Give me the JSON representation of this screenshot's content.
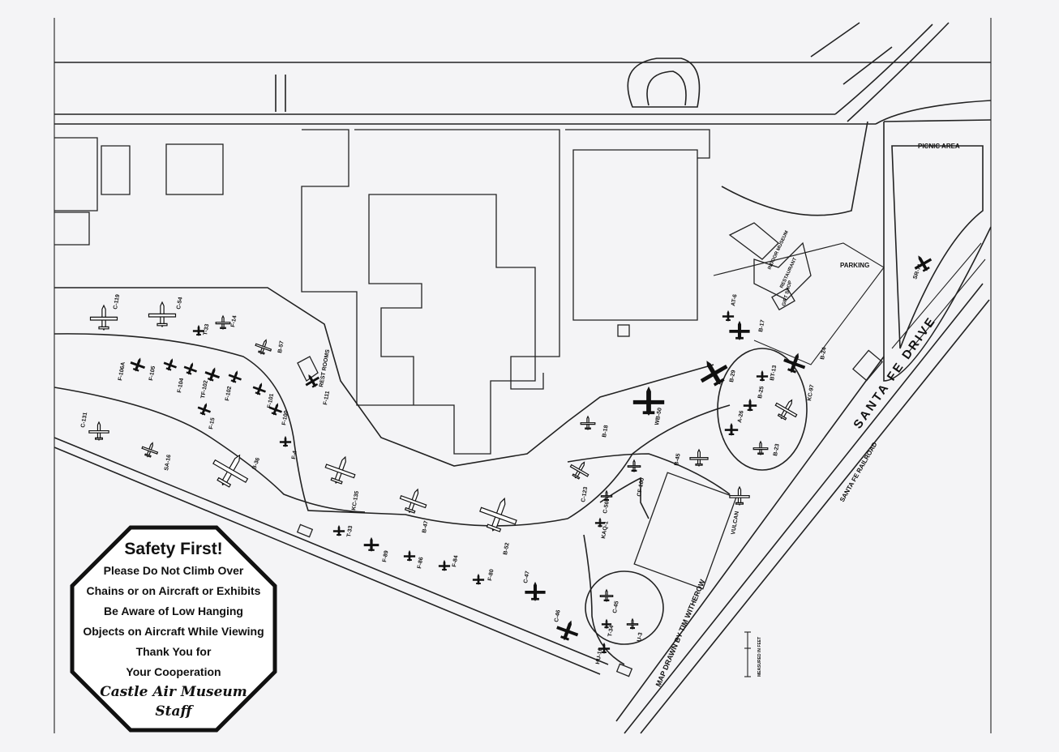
{
  "map": {
    "roads": {
      "santa_fe_drive": "SANTA FE DRIVE",
      "santa_fe_railroad": "SANTA FE RAILROAD"
    },
    "areas": {
      "picnic_area": "PICNIC AREA",
      "parking": "PARKING",
      "rest_rooms": "REST ROOMS",
      "indoor_museum": "INDOOR MUSEUM",
      "restaurant": "RESTAURANT",
      "gift_shop": "GIFT SHOP"
    },
    "credit": "MAP DRAWN BY TIM WITHEROW",
    "scale_label": "MEASURED IN FEET",
    "aircraft": [
      {
        "key": "c-119",
        "label": "C-119"
      },
      {
        "key": "c-54",
        "label": "C-54"
      },
      {
        "key": "t-33",
        "label": "T-33"
      },
      {
        "key": "f-14",
        "label": "F-14"
      },
      {
        "key": "b-57",
        "label": "B-57"
      },
      {
        "key": "f-106a",
        "label": "F-106A"
      },
      {
        "key": "f-105",
        "label": "F-105"
      },
      {
        "key": "f-104",
        "label": "F-104"
      },
      {
        "key": "tf-102",
        "label": "TF-102"
      },
      {
        "key": "f-102",
        "label": "F-102"
      },
      {
        "key": "f-15",
        "label": "F-15"
      },
      {
        "key": "f-101",
        "label": "F-101"
      },
      {
        "key": "f-100",
        "label": "F-100"
      },
      {
        "key": "f-111",
        "label": "F-111"
      },
      {
        "key": "f-4",
        "label": "F-4"
      },
      {
        "key": "c-131",
        "label": "C-131"
      },
      {
        "key": "sa-16",
        "label": "SA-16"
      },
      {
        "key": "b-36",
        "label": "B-36"
      },
      {
        "key": "kc-135",
        "label": "KC-135"
      },
      {
        "key": "b-47",
        "label": "B-47"
      },
      {
        "key": "b-52",
        "label": "B-52"
      },
      {
        "key": "t-33b",
        "label": "T-33"
      },
      {
        "key": "f-89",
        "label": "F-89"
      },
      {
        "key": "f-86",
        "label": "F-86"
      },
      {
        "key": "f-84",
        "label": "F-84"
      },
      {
        "key": "f-80",
        "label": "F-80"
      },
      {
        "key": "c-47",
        "label": "C-47"
      },
      {
        "key": "c-46",
        "label": "C-46"
      },
      {
        "key": "hu-16",
        "label": "HU-16"
      },
      {
        "key": "c-123",
        "label": "C-123"
      },
      {
        "key": "c-56",
        "label": "C-56"
      },
      {
        "key": "cf-100",
        "label": "CF-100"
      },
      {
        "key": "kaq-1",
        "label": "KAQ-1"
      },
      {
        "key": "c-45",
        "label": "C-45"
      },
      {
        "key": "t-34",
        "label": "T-34"
      },
      {
        "key": "u-3",
        "label": "U-3"
      },
      {
        "key": "b-18",
        "label": "B-18"
      },
      {
        "key": "wb-50",
        "label": "WB-50"
      },
      {
        "key": "b-45",
        "label": "B-45"
      },
      {
        "key": "vulcan",
        "label": "VULCAN"
      },
      {
        "key": "b-29",
        "label": "B-29"
      },
      {
        "key": "at-6",
        "label": "AT-6"
      },
      {
        "key": "b-17",
        "label": "B-17"
      },
      {
        "key": "b-24",
        "label": "B-24"
      },
      {
        "key": "bt-13",
        "label": "BT-13"
      },
      {
        "key": "b-25",
        "label": "B-25"
      },
      {
        "key": "a-26",
        "label": "A-26"
      },
      {
        "key": "kc-97",
        "label": "KC-97"
      },
      {
        "key": "b-23",
        "label": "B-23"
      },
      {
        "key": "sr-71",
        "label": "SR-71"
      }
    ],
    "colors": {
      "ink": "#111111",
      "paper": "#f4f4f6"
    }
  },
  "sign": {
    "title": "Safety First!",
    "lines": [
      "Please Do Not Climb Over",
      "Chains or on Aircraft or Exhibits",
      "Be Aware of Low Hanging",
      "Objects on Aircraft While Viewing",
      "Thank You for",
      "Your Cooperation"
    ],
    "signature_1": "Castle Air Museum",
    "signature_2": "Staff"
  }
}
